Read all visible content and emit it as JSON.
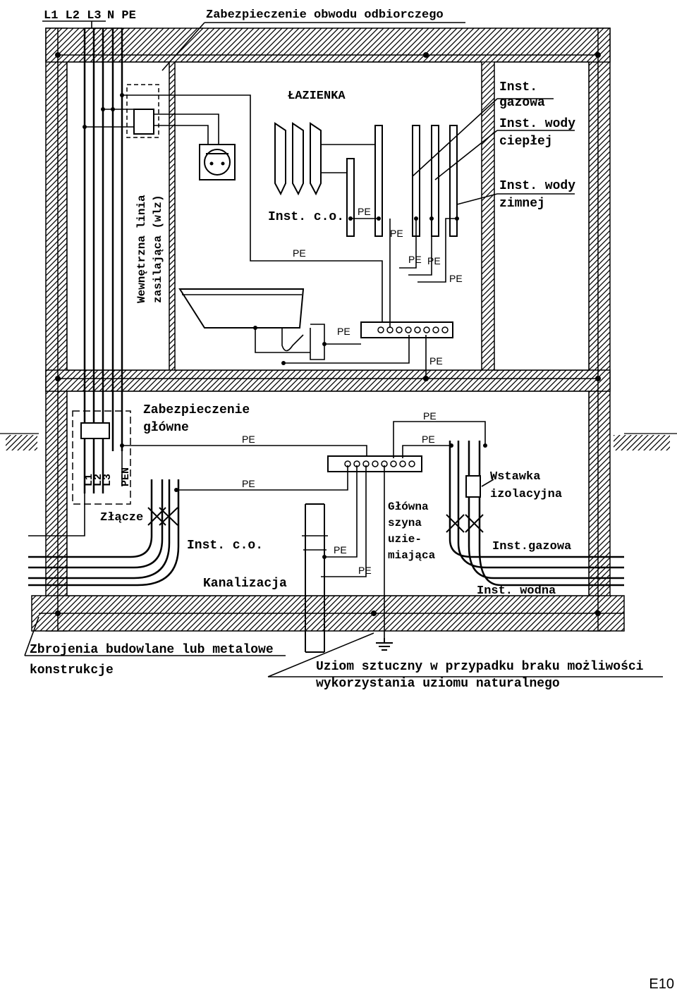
{
  "labels": {
    "phases": "L1 L2 L3",
    "n_pe": "N PE",
    "circuit_protection": "Zabezpieczenie obwodu odbiorczego",
    "bathroom": "ŁAZIENKA",
    "gas": "Inst.",
    "gas2": "gazowa",
    "hot_water": "Inst. wody",
    "hot_water2": "ciepłej",
    "cold_water": "Inst. wody",
    "cold_water2": "zimnej",
    "heating_upper": "Inst. c.o.",
    "riser_1": "Wewnętrzna linia",
    "riser_2": "zasilająca (wlz)",
    "main_protection_1": "Zabezpieczenie",
    "main_protection_2": "główne",
    "connector": "Złącze",
    "pen": "PEN",
    "l1": "L1",
    "l2": "L2",
    "l3": "L3",
    "heating_lower": "Inst. c.o.",
    "sewage": "Kanalizacja",
    "main_bus_1": "Główna",
    "main_bus_2": "szyna",
    "main_bus_3": "uzie-",
    "main_bus_4": "miająca",
    "insulating_insert_1": "Wstawka",
    "insulating_insert_2": "izolacyjna",
    "gas_lower": "Inst.gazowa",
    "water_lower": "Inst. wodna",
    "reinforcement_1": "Zbrojenia budowlane lub metalowe",
    "reinforcement_2": "konstrukcje",
    "earth_electrode_1": "Uziom sztuczny w przypadku braku możliwości",
    "earth_electrode_2": "wykorzystania uziomu naturalnego",
    "pe": "PE"
  },
  "page_number": "E10"
}
